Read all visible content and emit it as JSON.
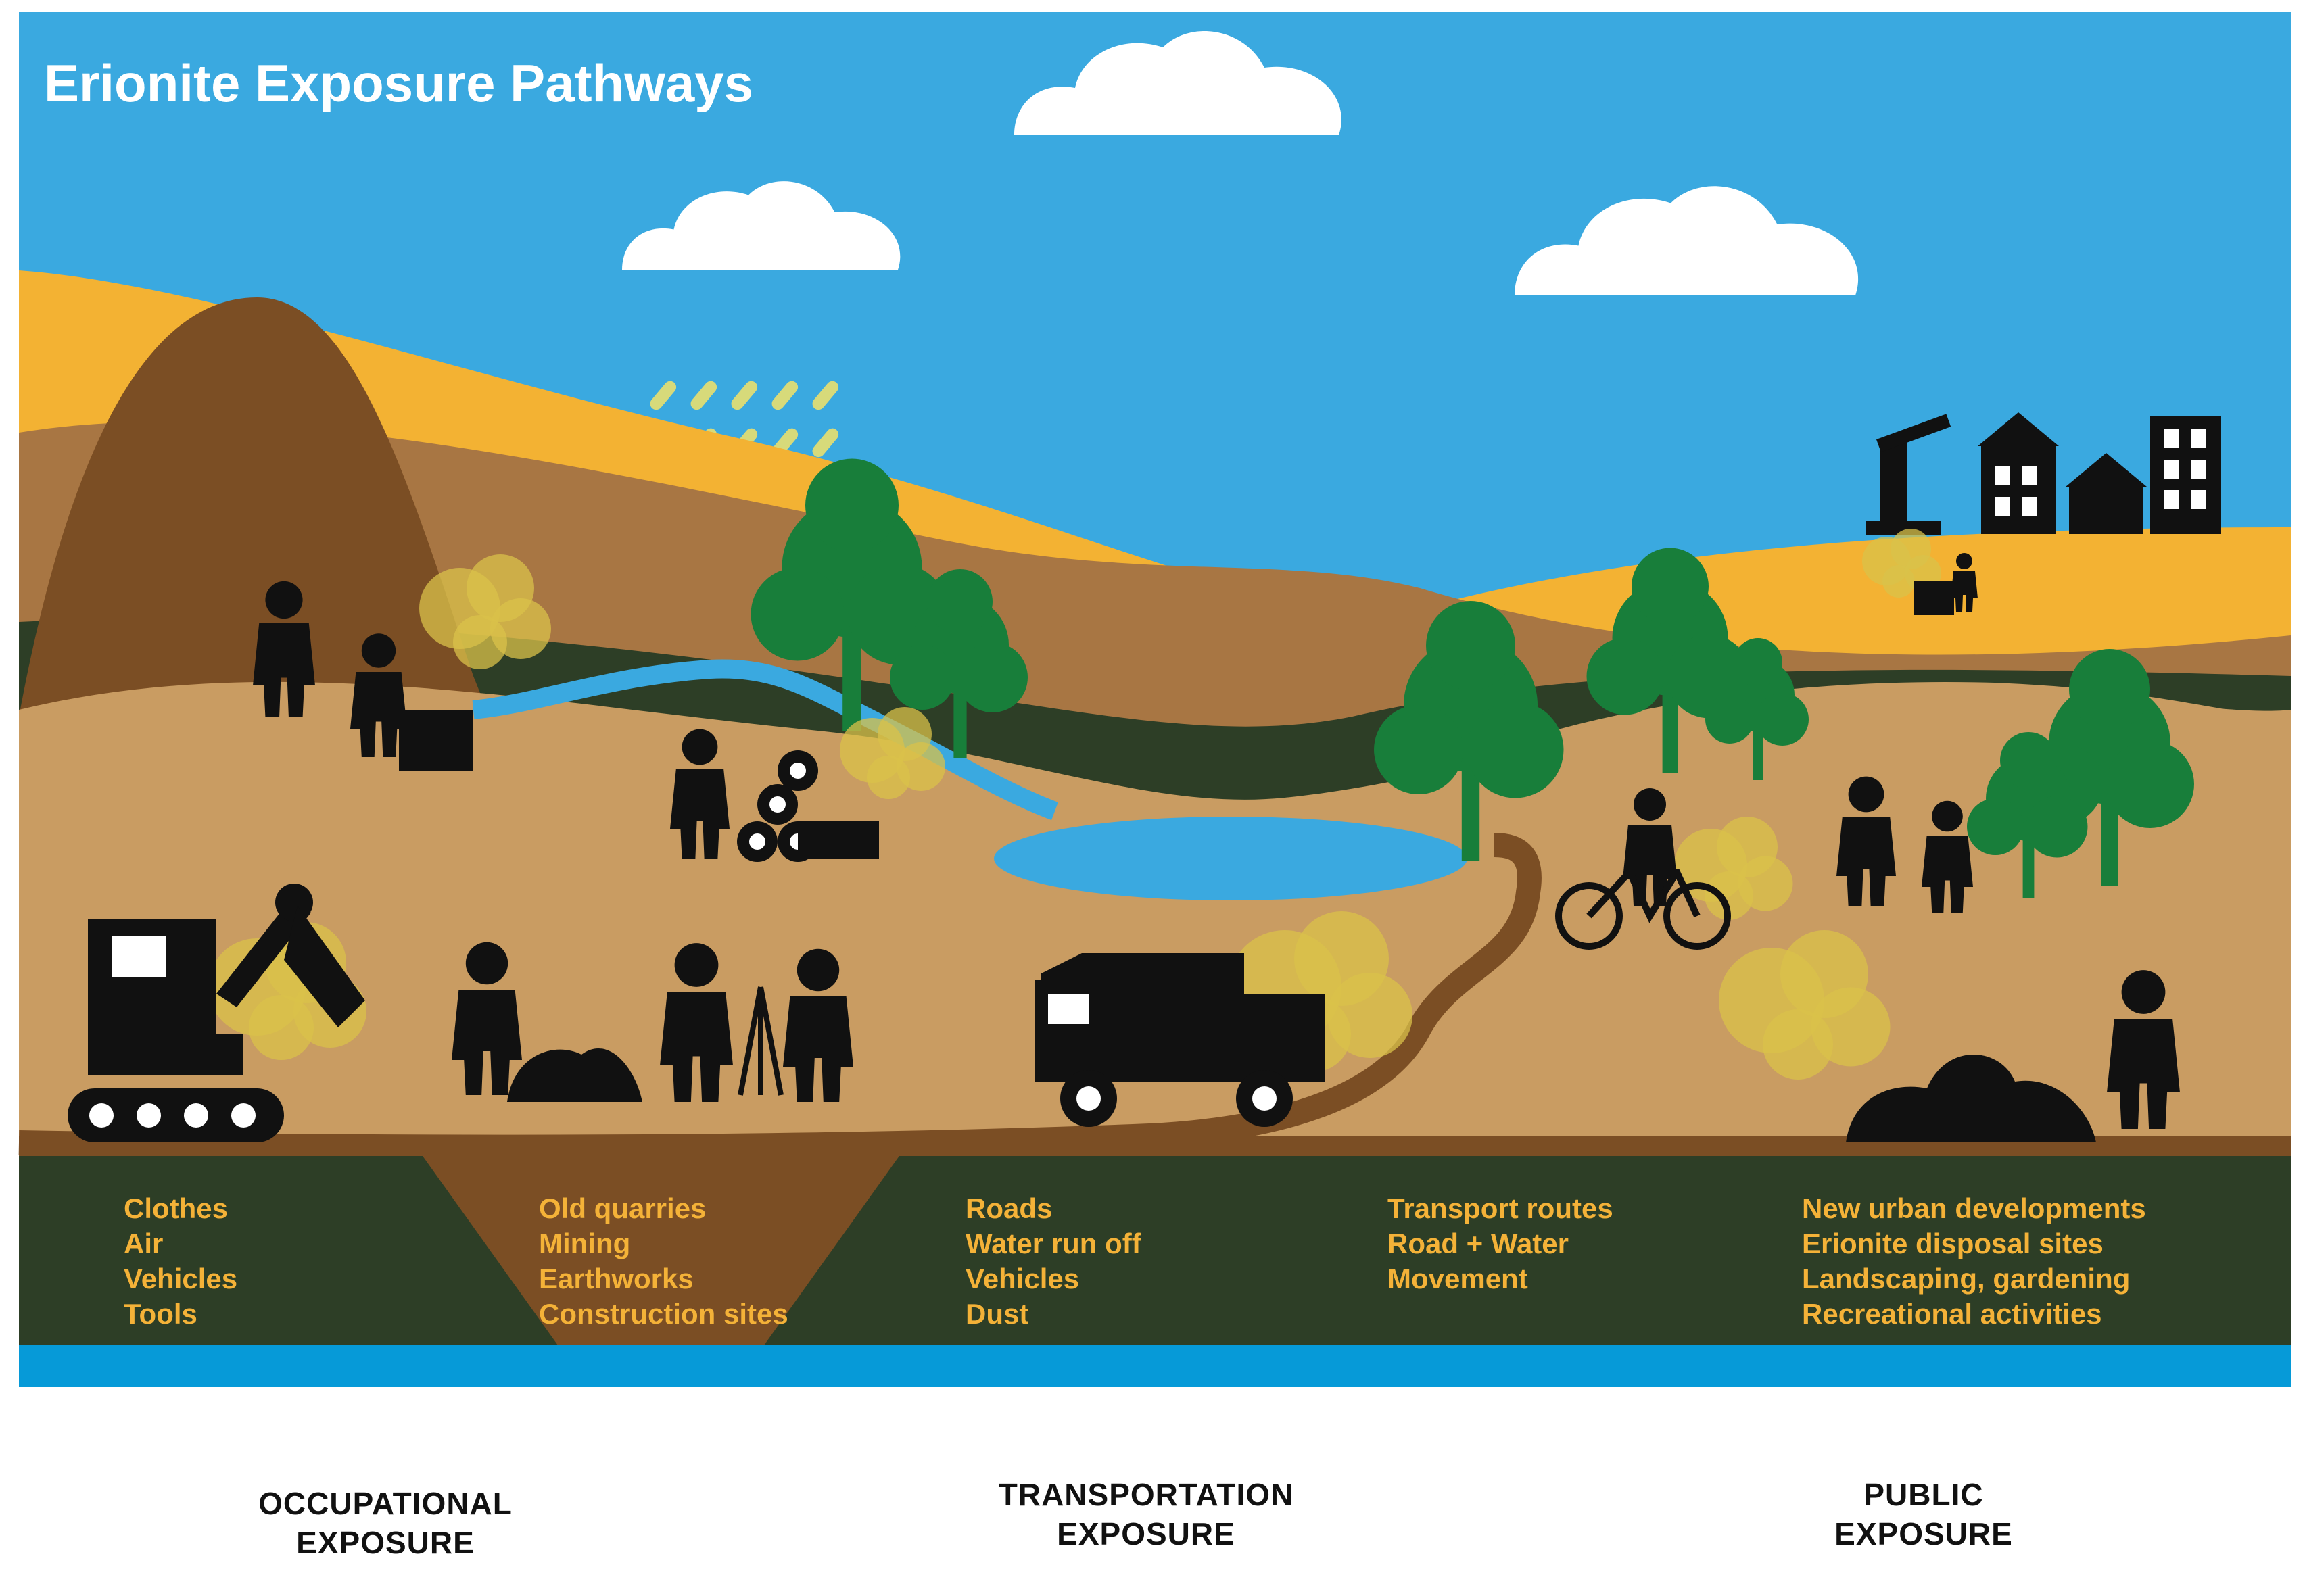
{
  "title": "Erionite Exposure Pathways",
  "colors": {
    "sky": "#3aa9e0",
    "hill_yellow": "#f3b233",
    "hill_brown_dark": "#7b4e24",
    "hill_brown_mid": "#a87643",
    "ground_tan": "#c99c62",
    "dark_green": "#2d3e26",
    "tree_green": "#187e3a",
    "water": "#3aa9e0",
    "text_yellow": "#f4b238",
    "silhouette": "#111111",
    "dust": "#d9c14a",
    "cloud": "#ffffff",
    "bottom_band": "#069ad8"
  },
  "columns": [
    {
      "items": [
        "Clothes",
        "Air",
        "Vehicles",
        "Tools"
      ]
    },
    {
      "items": [
        "Old quarries",
        "Mining",
        "Earthworks",
        "Construction sites"
      ]
    },
    {
      "items": [
        "Roads",
        "Water run off",
        "Vehicles",
        "Dust"
      ]
    },
    {
      "items": [
        "Transport routes",
        "Road + Water",
        "Movement"
      ]
    },
    {
      "items": [
        "New urban developments",
        "Erionite disposal sites",
        "Landscaping, gardening",
        "Recreational activities"
      ]
    }
  ],
  "categories": {
    "occupational": {
      "line1": "OCCUPATIONAL",
      "line2": "EXPOSURE"
    },
    "transportation": {
      "line1": "TRANSPORTATION",
      "line2": "EXPOSURE"
    },
    "public": {
      "line1": "PUBLIC",
      "line2": "EXPOSURE"
    }
  }
}
